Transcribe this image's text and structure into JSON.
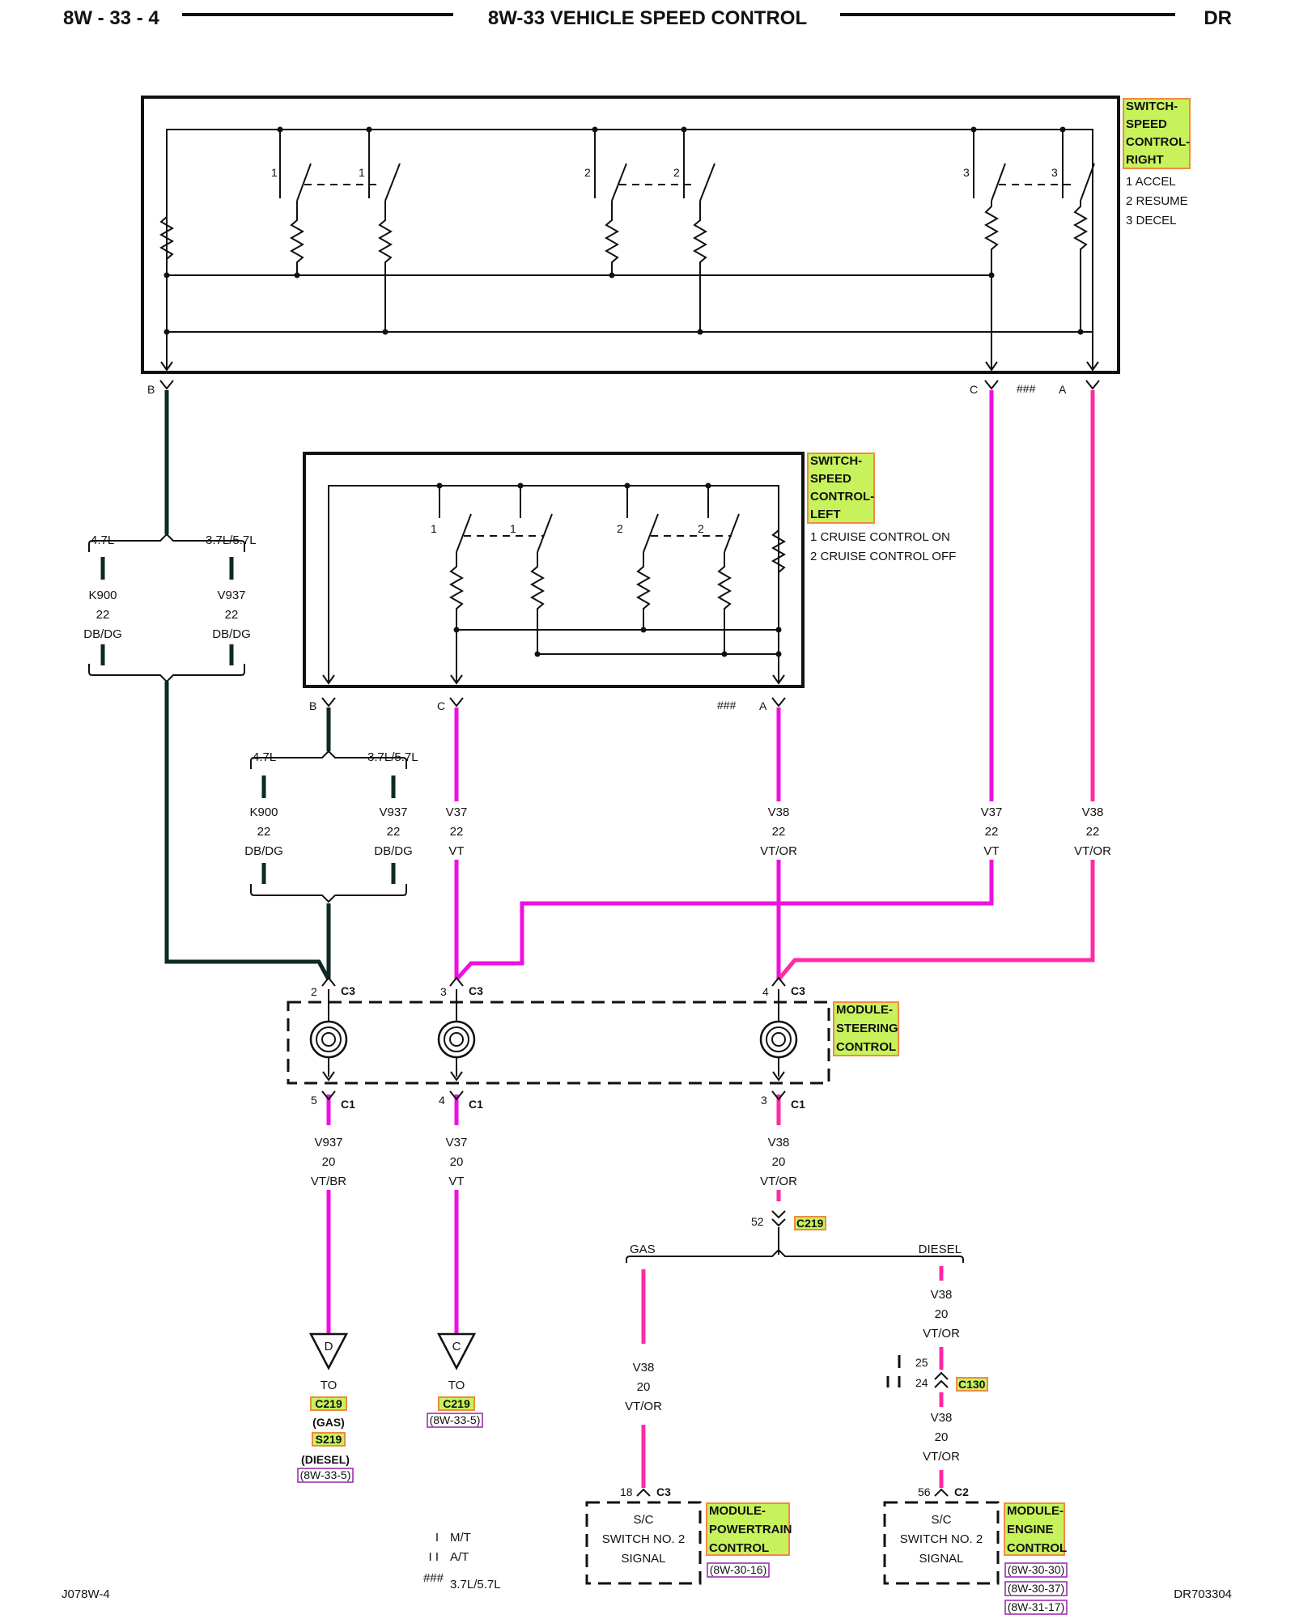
{
  "header": {
    "page_number": "8W - 33 - 4",
    "title": "8W-33 VEHICLE SPEED CONTROL",
    "vehicle": "DR"
  },
  "components": {
    "switch_right": {
      "name_lines": [
        "SWITCH-",
        "SPEED",
        "CONTROL-",
        "RIGHT"
      ],
      "legend": [
        "1 ACCEL",
        "2 RESUME",
        "3 DECEL"
      ],
      "contacts": [
        "1",
        "1",
        "2",
        "2",
        "3",
        "3"
      ],
      "pins": {
        "b": "B",
        "c": "C",
        "a": "A",
        "a_note": "###"
      }
    },
    "switch_left": {
      "name_lines": [
        "SWITCH-",
        "SPEED",
        "CONTROL-",
        "LEFT"
      ],
      "legend": [
        "1 CRUISE CONTROL ON",
        "2 CRUISE CONTROL OFF"
      ],
      "contacts": [
        "1",
        "1",
        "2",
        "2"
      ],
      "pins": {
        "b": "B",
        "c": "C",
        "a": "A",
        "a_note": "###"
      }
    },
    "steering_module": {
      "name_lines": [
        "MODULE-",
        "STEERING",
        "CONTROL"
      ],
      "top_pins": [
        {
          "pin": "2",
          "conn": "C3"
        },
        {
          "pin": "3",
          "conn": "C3"
        },
        {
          "pin": "4",
          "conn": "C3"
        }
      ],
      "bottom_pins": [
        {
          "pin": "5",
          "conn": "C1"
        },
        {
          "pin": "4",
          "conn": "C1"
        },
        {
          "pin": "3",
          "conn": "C1"
        }
      ]
    },
    "pcm": {
      "name_lines": [
        "MODULE-",
        "POWERTRAIN",
        "CONTROL"
      ],
      "pin": "18",
      "conn": "C3",
      "signal_lines": [
        "S/C",
        "SWITCH NO. 2",
        "SIGNAL"
      ],
      "refs": [
        "(8W-30-16)"
      ]
    },
    "ecm": {
      "name_lines": [
        "MODULE-",
        "ENGINE",
        "CONTROL"
      ],
      "pin": "56",
      "conn": "C2",
      "signal_lines": [
        "S/C",
        "SWITCH NO. 2",
        "SIGNAL"
      ],
      "refs": [
        "(8W-30-30)",
        "(8W-30-37)",
        "(8W-31-17)"
      ]
    }
  },
  "splits": {
    "right_b": {
      "left_label": "4.7L",
      "right_label": "3.7L/5.7L",
      "left_wire": [
        "K900",
        "22",
        "DB/DG"
      ],
      "right_wire": [
        "V937",
        "22",
        "DB/DG"
      ]
    },
    "left_b": {
      "left_label": "4.7L",
      "right_label": "3.7L/5.7L",
      "left_wire": [
        "K900",
        "22",
        "DB/DG"
      ],
      "right_wire": [
        "V937",
        "22",
        "DB/DG"
      ]
    }
  },
  "wires": {
    "left_c": [
      "V37",
      "22",
      "VT"
    ],
    "left_a": [
      "V38",
      "22",
      "VT/OR"
    ],
    "right_c": [
      "V37",
      "22",
      "VT"
    ],
    "right_a": [
      "V38",
      "22",
      "VT/OR"
    ],
    "out_5": [
      "V937",
      "20",
      "VT/BR"
    ],
    "out_4": [
      "V37",
      "20",
      "VT"
    ],
    "out_3": [
      "V38",
      "20",
      "VT/OR"
    ],
    "gas_branch": [
      "V38",
      "20",
      "VT/OR"
    ],
    "diesel_upper": [
      "V38",
      "20",
      "VT/OR"
    ],
    "diesel_lower": [
      "V38",
      "20",
      "VT/OR"
    ]
  },
  "connectors": {
    "c219": {
      "pin": "52",
      "name": "C219"
    },
    "c130": {
      "pin_top": "25",
      "pin_bottom": "24",
      "name": "C130"
    }
  },
  "branches": {
    "gas": "GAS",
    "diesel": "DIESEL"
  },
  "offpage": {
    "d": {
      "letter": "D",
      "lines": [
        "TO",
        "C219",
        "(GAS)",
        "S219",
        "(DIESEL)",
        "(8W-33-5)"
      ]
    },
    "c": {
      "letter": "C",
      "lines": [
        "TO",
        "C219",
        "(8W-33-5)"
      ]
    }
  },
  "legend": [
    {
      "symbol": "I",
      "text": "M/T"
    },
    {
      "symbol": "I I",
      "text": "A/T"
    },
    {
      "symbol": "###",
      "text": "3.7L/5.7L"
    }
  ],
  "footer": {
    "left_code": "J078W-4",
    "right_code": "DR703304"
  },
  "colors": {
    "wire_dark_green": "#0e2a24",
    "wire_violet": "#ee11dd",
    "wire_violet_orange": "#ff2aa5",
    "label_highlight": "#c8f25b",
    "label_border": "#f08a44",
    "reference_border": "#9b2fb0"
  }
}
